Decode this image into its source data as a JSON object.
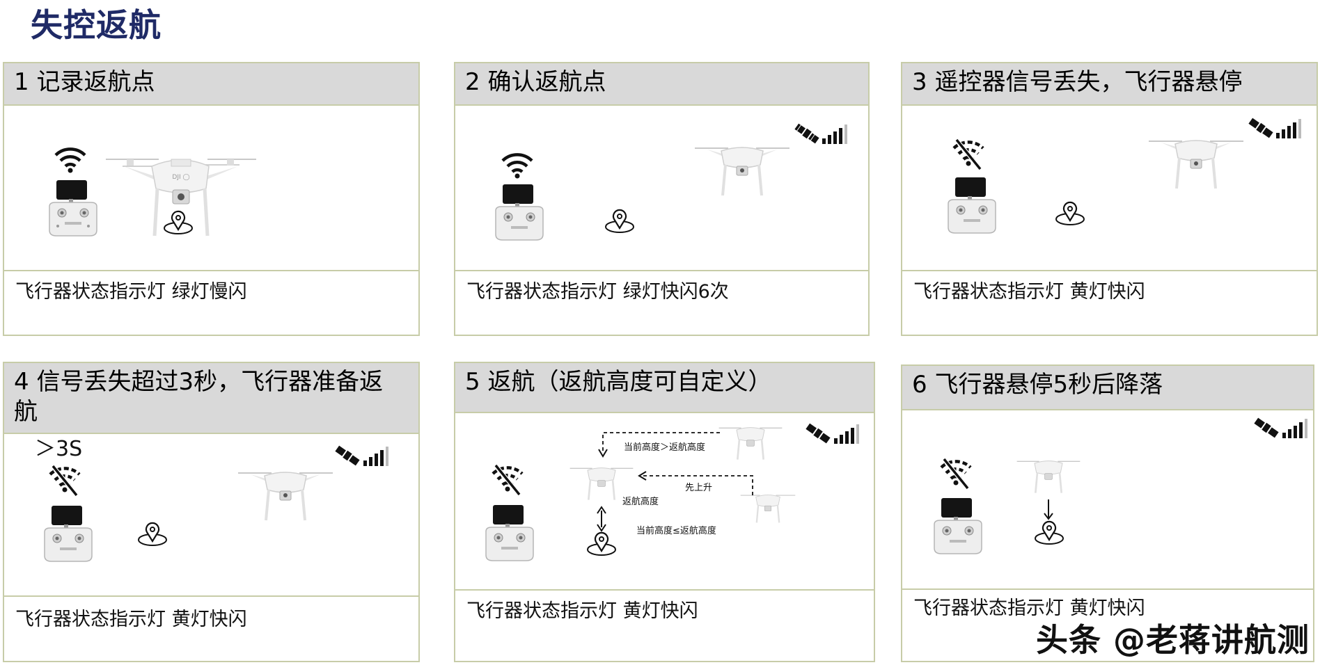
{
  "page_title": "失控返航",
  "panels": [
    {
      "header": "1 记录返航点",
      "footer": "飞行器状态指示灯 绿灯慢闪"
    },
    {
      "header": "2 确认返航点",
      "footer": "飞行器状态指示灯 绿灯快闪6次"
    },
    {
      "header": "3 遥控器信号丢失，飞行器悬停",
      "footer": "飞行器状态指示灯 黄灯快闪"
    },
    {
      "header": "4 信号丢失超过3秒，飞行器准备返航",
      "footer": "飞行器状态指示灯 黄灯快闪",
      "timer_label": "＞3S"
    },
    {
      "header": "5 返航（返航高度可自定义）",
      "footer": "飞行器状态指示灯 黄灯快闪",
      "notes": {
        "above": "当前高度＞返航高度",
        "rise": "先上升",
        "rth_alt": "返航高度",
        "below": "当前高度≤返航高度"
      }
    },
    {
      "header": "6 飞行器悬停5秒后降落",
      "footer": "飞行器状态指示灯 黄灯快闪"
    }
  ],
  "watermark": "头条 @老蒋讲航测",
  "icons": [
    "wifi-icon",
    "wifi-off-icon",
    "satellite-icon",
    "signal-bars-icon",
    "home-point-icon",
    "drone-icon",
    "remote-controller-icon",
    "arrow-icon"
  ]
}
